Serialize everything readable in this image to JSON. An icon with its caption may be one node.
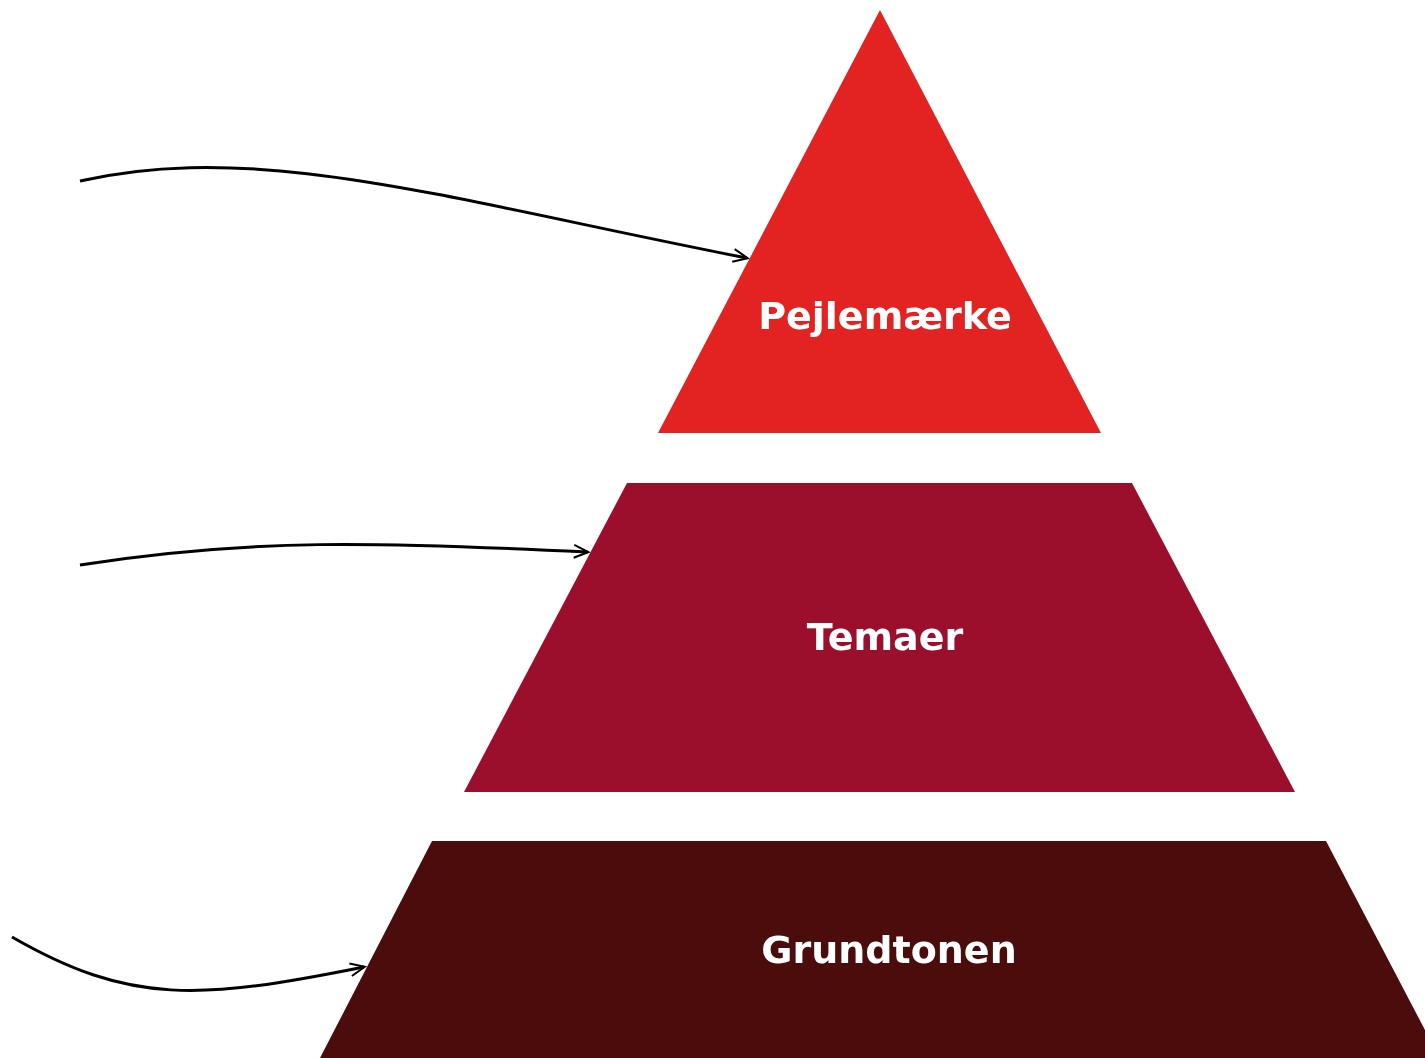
{
  "diagram": {
    "nodes": [
      {
        "text": [
          "Pejlemærke"
        ]
      },
      {
        "text": [
          "Temaer"
        ]
      },
      {
        "text": [
          "Grundtonen"
        ]
      }
    ],
    "edges": [
      {
        "from": null,
        "to": 0,
        "arrow": "to"
      },
      {
        "from": null,
        "to": 1,
        "arrow": "to"
      },
      {
        "from": null,
        "to": 2,
        "arrow": "to"
      }
    ]
  }
}
